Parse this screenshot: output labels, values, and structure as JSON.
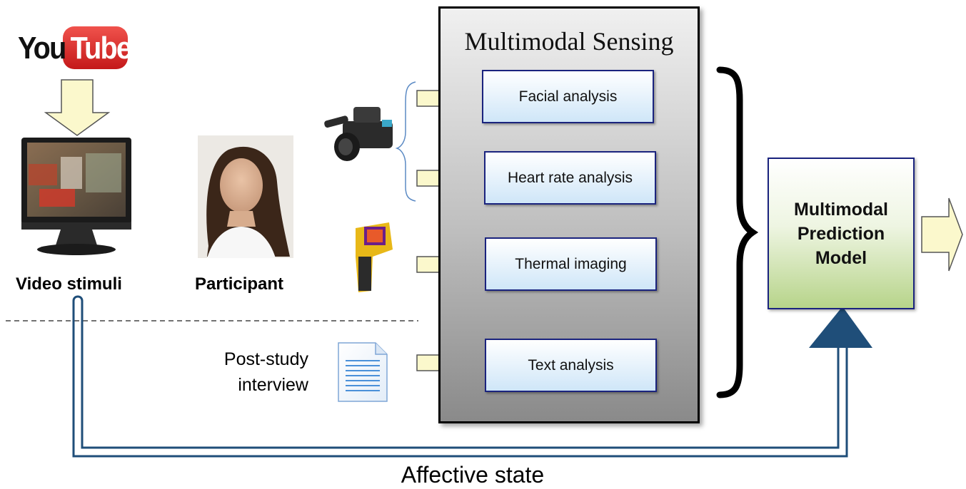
{
  "logo": {
    "you": "You",
    "tube": "Tube"
  },
  "labels": {
    "video_stimuli": "Video stimuli",
    "participant": "Participant",
    "post_study_line1": "Post-study",
    "post_study_line2": "interview",
    "affective_state": "Affective state"
  },
  "sensing": {
    "title": "Multimodal Sensing",
    "boxes": [
      "Facial analysis",
      "Heart rate analysis",
      "Thermal imaging",
      "Text analysis"
    ]
  },
  "model": {
    "line1": "Multimodal",
    "line2": "Prediction",
    "line3": "Model"
  },
  "colors": {
    "arrow_fill": "#fbf8cc",
    "arrow_stroke": "#555555",
    "feedback_line": "#1f4e79",
    "box_border": "#1a237e",
    "youtube_red": "#e52d27"
  }
}
